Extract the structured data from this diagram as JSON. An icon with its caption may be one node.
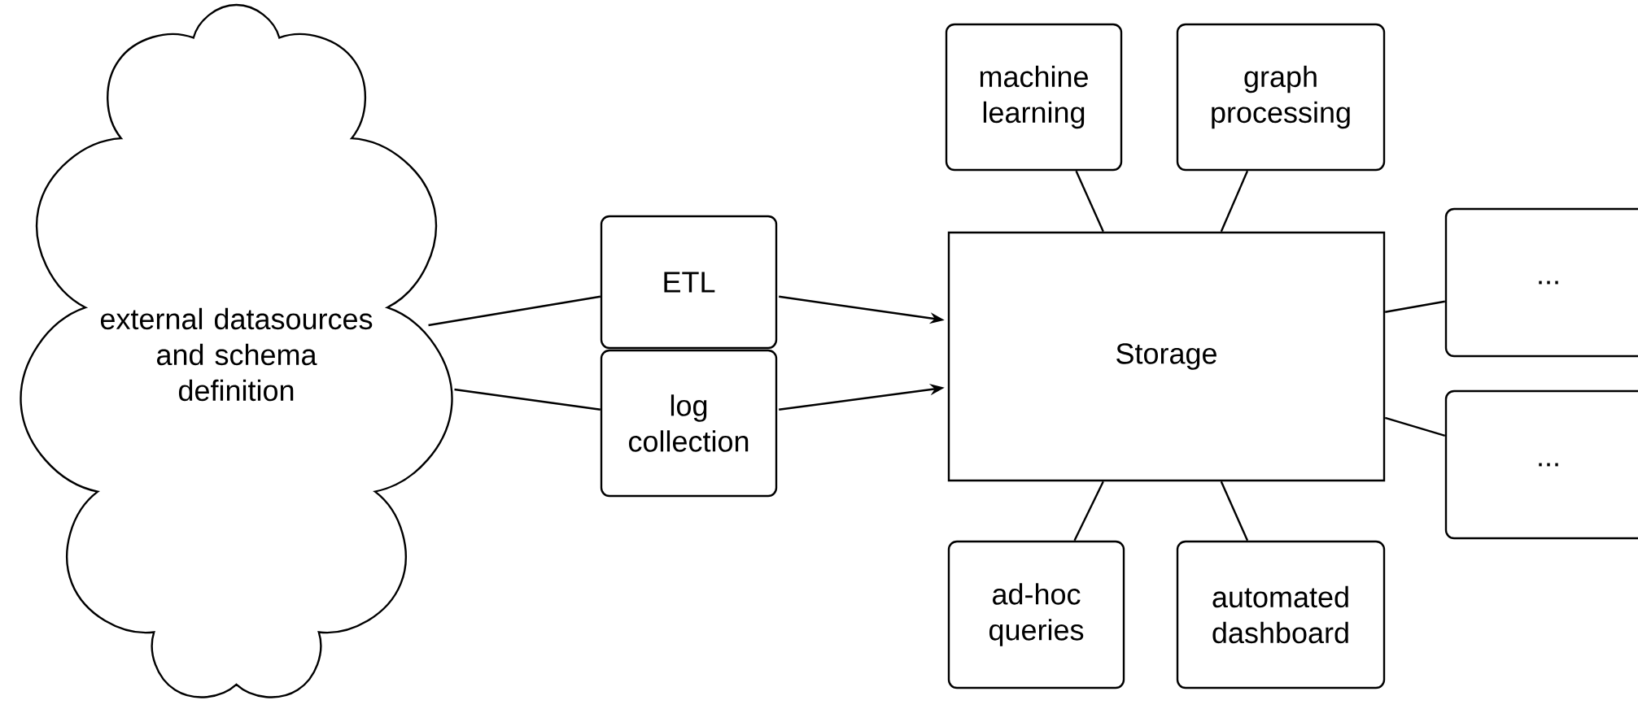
{
  "diagram": {
    "nodes": [
      {
        "text": [
          "external datasources and schema definition"
        ]
      },
      {
        "text": [
          "ETL"
        ]
      },
      {
        "text": [
          "log collection"
        ]
      },
      {
        "text": [
          "Storage"
        ]
      },
      {
        "text": [
          "machine learning"
        ]
      },
      {
        "text": [
          "graph processing"
        ]
      },
      {
        "text": [
          "..."
        ]
      },
      {
        "text": [
          "..."
        ]
      },
      {
        "text": [
          "ad-hoc queries"
        ]
      },
      {
        "text": [
          "automated dashboard"
        ]
      }
    ],
    "edges": [
      {
        "from": 0,
        "to": 1,
        "arrow": "none"
      },
      {
        "from": 0,
        "to": 2,
        "arrow": "none"
      },
      {
        "from": 1,
        "to": 3,
        "arrow": "to"
      },
      {
        "from": 2,
        "to": 3,
        "arrow": "to"
      },
      {
        "from": 4,
        "to": 3,
        "arrow": "none"
      },
      {
        "from": 5,
        "to": 3,
        "arrow": "none"
      },
      {
        "from": 3,
        "to": 6,
        "arrow": "none"
      },
      {
        "from": 3,
        "to": 7,
        "arrow": "none"
      },
      {
        "from": 3,
        "to": 8,
        "arrow": "none"
      },
      {
        "from": 3,
        "to": 9,
        "arrow": "none"
      }
    ]
  }
}
